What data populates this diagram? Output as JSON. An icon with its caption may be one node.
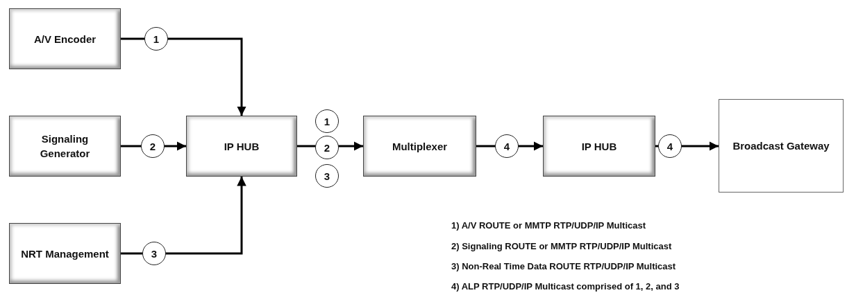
{
  "diagram": {
    "nodes": [
      {
        "text": [
          "A/V Encoder"
        ]
      },
      {
        "text": [
          "Signaling Generator"
        ]
      },
      {
        "text": [
          "NRT Management"
        ]
      },
      {
        "text": [
          "IP HUB"
        ]
      },
      {
        "text": [
          "Multiplexer"
        ]
      },
      {
        "text": [
          "IP HUB"
        ]
      },
      {
        "text": [
          "Broadcast Gateway"
        ]
      }
    ],
    "edges": [
      {
        "from": 0,
        "to": 3,
        "arrow": "to",
        "label": "1"
      },
      {
        "from": 1,
        "to": 3,
        "arrow": "to",
        "label": "2"
      },
      {
        "from": 2,
        "to": 3,
        "arrow": "to",
        "label": "3"
      },
      {
        "from": 3,
        "to": 4,
        "arrow": "to",
        "label": "2"
      },
      {
        "from": 4,
        "to": 5,
        "arrow": "to",
        "label": "4"
      },
      {
        "from": 5,
        "to": 6,
        "arrow": "to",
        "label": "4"
      }
    ],
    "labels": [
      "1",
      "3",
      "1) A/V ROUTE or MMTP RTP/UDP/IP Multicast",
      "2) Signaling ROUTE or MMTP RTP/UDP/IP Multicast",
      "3) Non-Real Time Data ROUTE RTP/UDP/IP Multicast",
      "4) ALP RTP/UDP/IP Multicast comprised of 1, 2, and 3"
    ]
  }
}
